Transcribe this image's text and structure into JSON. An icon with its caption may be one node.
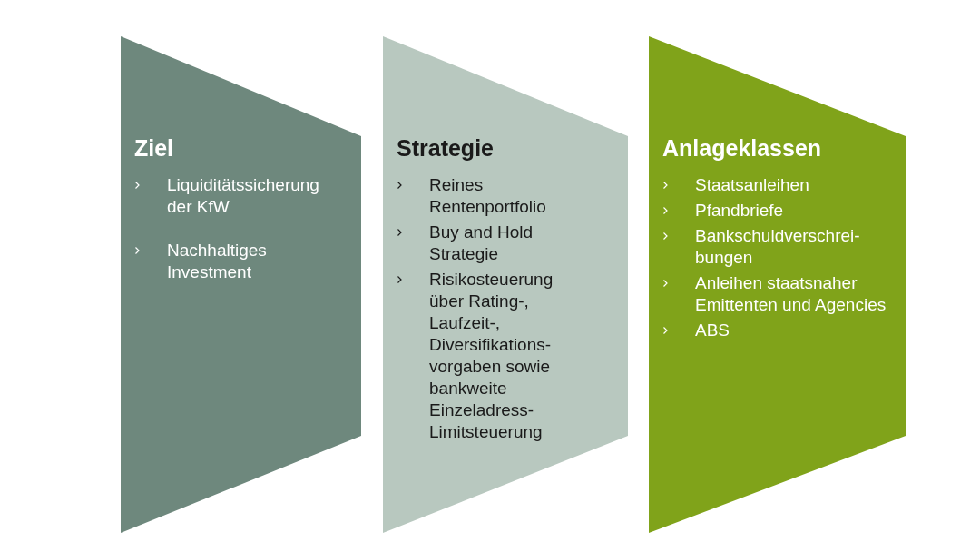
{
  "diagram": {
    "nodes": [
      {
        "text": [
          "Ziel",
          "Liquiditätssicherung der KfW",
          "Nachhaltiges Investment"
        ]
      },
      {
        "text": [
          "Strategie",
          "Reines Rentenportfolio",
          "Buy and Hold Strategie",
          "Risikosteuerung über Rating-, Laufzeit-, Diversifikations- vorgaben sowie bankweite Einzeladress- Limitsteuerung"
        ]
      },
      {
        "text": [
          "Anlageklassen",
          "Staatsanleihen",
          "Pfandbriefe",
          "Bankschuldverschrei- bungen",
          "Anleihen staatsnaher Emittenten und Agencies",
          "ABS"
        ]
      }
    ]
  }
}
